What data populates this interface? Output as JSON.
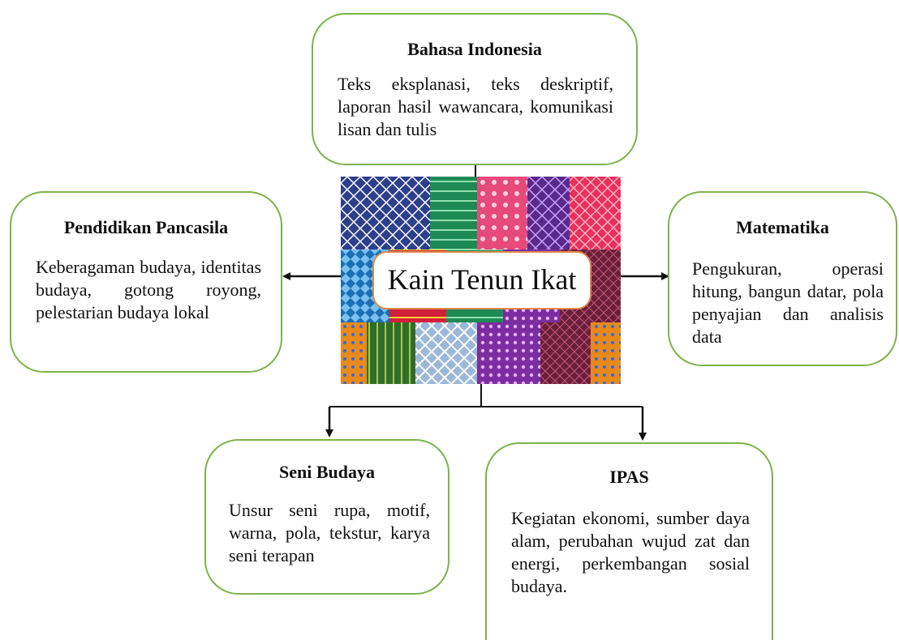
{
  "center": {
    "label": "Kain Tenun Ikat"
  },
  "subjects": {
    "bahasa": {
      "title": "Bahasa Indonesia",
      "body": "Teks eksplanasi, teks deskriptif, laporan hasil wawancara, komunikasi lisan dan tulis"
    },
    "pancasila": {
      "title": "Pendidikan Pancasila",
      "body": "Keberagaman budaya, identitas budaya, gotong royong, pelestarian budaya lokal"
    },
    "matematika": {
      "title": "Matematika",
      "body": "Pengukuran, operasi hitung, bangun datar, pola penyajian dan analisis data"
    },
    "seni": {
      "title": "Seni Budaya",
      "body": "Unsur seni rupa, motif, warna, pola, tekstur, karya seni terapan"
    },
    "ipas": {
      "title": "IPAS",
      "body": "Kegiatan ekonomi, sumber daya alam, perubahan wujud zat dan energi, perkembangan sosial budaya."
    }
  },
  "colors": {
    "box_border": "#7fb24a",
    "center_border": "#e08a4a",
    "connector": "#111111"
  }
}
